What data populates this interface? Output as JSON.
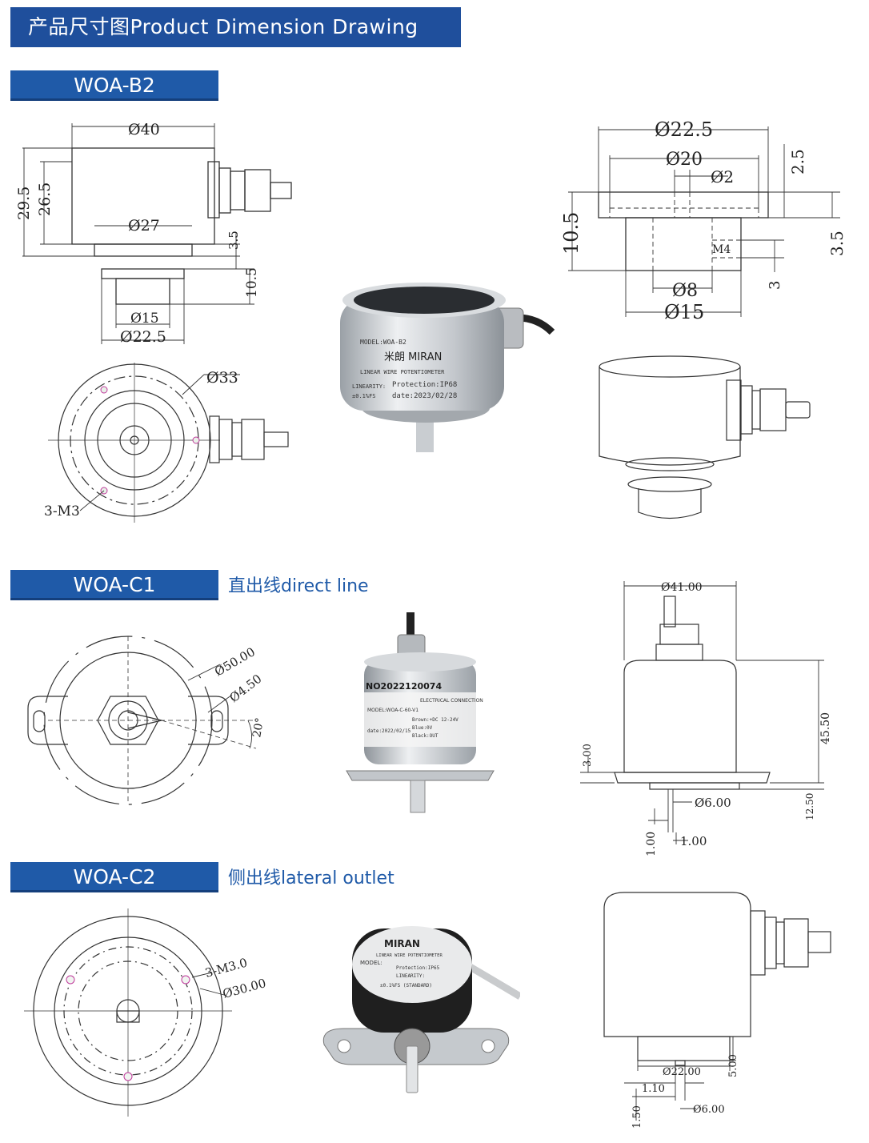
{
  "header": {
    "title": "产品尺寸图Product Dimension Drawing"
  },
  "colors": {
    "header_bg": "#1f4f9c",
    "tag_bg": "#1f5aa8",
    "subtitle": "#1f5aa8",
    "line": "#333333"
  },
  "woa_b2": {
    "tag": "WOA-B2",
    "side": {
      "d40": "Ø40",
      "h29_5": "29.5",
      "h26_5": "26.5",
      "d27": "Ø27",
      "h3_5": "3.5",
      "h10_5": "10.5",
      "d15": "Ø15",
      "d22_5": "Ø22.5"
    },
    "top": {
      "d33": "Ø33",
      "holes": "3-M3"
    },
    "flange": {
      "d22_5": "Ø22.5",
      "d20": "Ø20",
      "d2": "Ø2",
      "h2_5": "2.5",
      "h10_5": "10.5",
      "h3_5": "3.5",
      "m4": "M4",
      "h3": "3",
      "d8": "Ø8",
      "d15": "Ø15"
    },
    "photo_label": {
      "brand": "米朗 MIRAN",
      "line1": "LINEAR WIRE POTENTIOMETER",
      "line2": "Protection:IP68",
      "line3": "date:2023/02/28",
      "model": "MODEL:WOA-B2",
      "linearity": "LINEARITY:",
      "acc": "±0.1%FS"
    }
  },
  "woa_c1": {
    "tag": "WOA-C1",
    "subtitle": "直出线direct line",
    "front": {
      "d50": "Ø50.00",
      "d4_5": "Ø4.50",
      "angle": "20°"
    },
    "side": {
      "d41": "Ø41.00",
      "h45_5": "45.50",
      "h3": "3.00",
      "d6": "Ø6.00",
      "h12_5": "12.50",
      "w1a": "1.00",
      "w1b": "1.00"
    },
    "photo_label": {
      "serial": "NO2022120074",
      "header": "ELECTRICAL CONNECTION",
      "model": "MODEL:WOA-C-60-V1",
      "l1": "Brown:+DC 12-24V",
      "l2": "Blue:0V",
      "l3": "Black:OUT",
      "date": "date:2022/02/15"
    }
  },
  "woa_c2": {
    "tag": "WOA-C2",
    "subtitle": "侧出线lateral outlet",
    "front": {
      "holes": "3-M3.0",
      "d30": "Ø30.00"
    },
    "side": {
      "d22": "Ø22.00",
      "h5": "5.00",
      "w1_1": "1.10",
      "h1_5": "1.50",
      "d6": "Ø6.00"
    },
    "photo_label": {
      "brand": "MIRAN",
      "model": "MODEL:",
      "l1": "LINEAR WIRE POTENTIOMETER",
      "l2": "Protection:IP65",
      "l3": "LINEARITY:",
      "l4": "±0.1%FS (STANDARD)"
    }
  }
}
